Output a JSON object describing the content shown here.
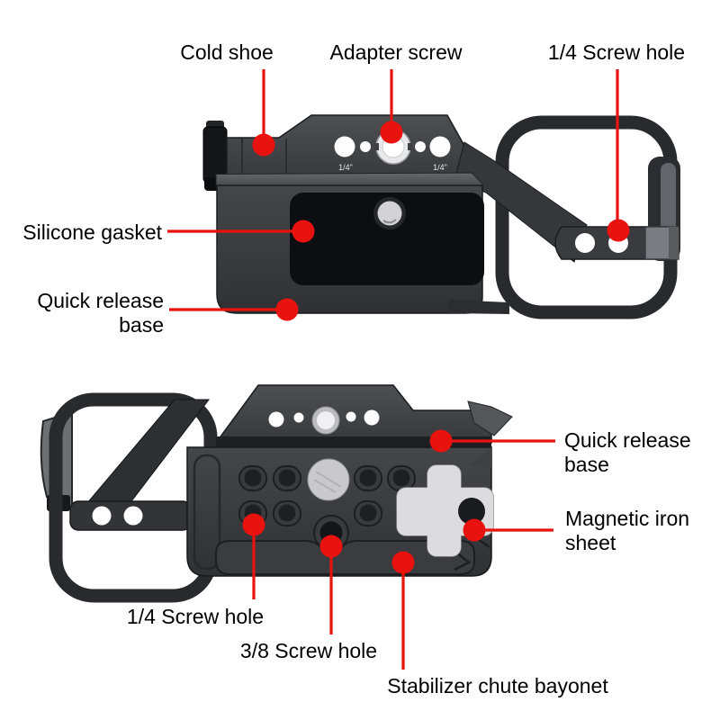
{
  "figure": {
    "type": "product-annotation-diagram",
    "subject": "Camera quick release base plate (top and bottom views)",
    "background_color": "#ffffff",
    "annotation_color": "#e8120f",
    "label_text_color": "#000000"
  },
  "top_view": {
    "labels": {
      "cold_shoe": "Cold shoe",
      "adapter_screw": "Adapter screw",
      "quarter_screw_hole": "1/4 Screw hole",
      "silicone_gasket": "Silicone gasket",
      "quick_release_base_line1": "Quick release",
      "quick_release_base_line2": "base"
    },
    "engravings": {
      "quarter_inch_left": "1/4\"",
      "quarter_inch_right": "1/4\""
    }
  },
  "bottom_view": {
    "labels": {
      "quick_release_base_line1": "Quick release",
      "quick_release_base_line2": "base",
      "magnetic_iron_sheet_line1": "Magnetic iron",
      "magnetic_iron_sheet_line2": "sheet",
      "quarter_screw_hole": "1/4 Screw hole",
      "three_eighths_screw_hole": "3/8 Screw hole",
      "stabilizer_chute_bayonet": "Stabilizer chute bayonet"
    }
  }
}
